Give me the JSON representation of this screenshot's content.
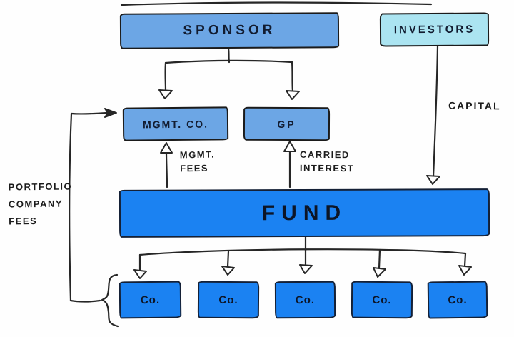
{
  "diagram": {
    "title": "Private equity fund structure (hand-drawn)",
    "colors": {
      "medium_blue": "#6ca6e5",
      "light_cyan": "#abe4f1",
      "bright_blue": "#1b82f2",
      "ink": "#1b1b1b",
      "background": "#fefefe"
    },
    "nodes": {
      "sponsor": {
        "label": "SPONSOR"
      },
      "investors": {
        "label": "INVESTORS"
      },
      "mgmt_co": {
        "label": "MGMT. CO."
      },
      "gp": {
        "label": "GP"
      },
      "fund": {
        "label": "FUND"
      },
      "companies": [
        {
          "label": "Co."
        },
        {
          "label": "Co."
        },
        {
          "label": "Co."
        },
        {
          "label": "Co."
        },
        {
          "label": "Co."
        }
      ]
    },
    "edge_labels": {
      "capital": "CAPITAL",
      "mgmt_fees": [
        "MGMT.",
        "FEES"
      ],
      "carried_interest": [
        "CARRIED",
        "INTEREST"
      ],
      "portfolio_company_fees": [
        "PORTFOLIO",
        "COMPANY",
        "FEES"
      ]
    },
    "edges": [
      "sponsor -> mgmt_co",
      "sponsor -> gp",
      "investors -> fund (capital)",
      "fund -> mgmt_co (mgmt fees)",
      "fund -> gp (carried interest)",
      "fund -> companies (x5)",
      "companies -> mgmt_co (portfolio company fees)"
    ]
  }
}
